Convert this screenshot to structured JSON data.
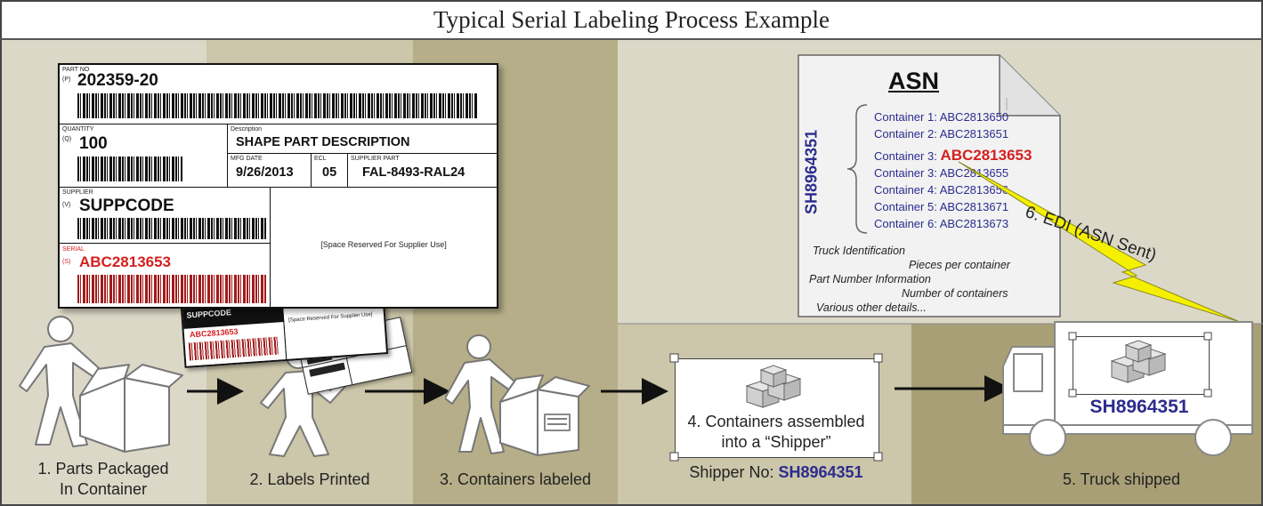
{
  "title": "Typical Serial Labeling Process Example",
  "steps": {
    "s1_line1": "1. Parts Packaged",
    "s1_line2": "In Container",
    "s2": "2. Labels Printed",
    "s3": "3. Containers labeled",
    "s4_line1": "4. Containers assembled",
    "s4_line2": "into a “Shipper”",
    "s5": "5. Truck shipped",
    "s6": "6. EDI (ASN Sent)"
  },
  "shipper": {
    "prefix": "Shipper No: ",
    "number": "SH8964351"
  },
  "truck_id": "SH8964351",
  "label": {
    "part_no_header": "PART NO",
    "part_no_code": "(P)",
    "part_no": "202359-20",
    "quantity_header": "QUANTITY",
    "quantity_code": "(Q)",
    "quantity": "100",
    "description_header": "Description",
    "description": "SHAPE PART DESCRIPTION",
    "mfg_header": "MFG DATE",
    "mfg_date": "9/26/2013",
    "ecl_header": "ECL",
    "ecl": "05",
    "supplier_part_header": "SUPPLIER PART",
    "supplier_part": "FAL-8493-RAL24",
    "supplier_header": "SUPPLIER",
    "supplier_code": "(V)",
    "supplier": "SUPPCODE",
    "serial_header": "SERIAL",
    "serial_code": "(S)",
    "serial": "ABC2813653",
    "reserved": "[Space Reserved For Supplier Use]"
  },
  "small_label": {
    "supplier": "SUPPCODE",
    "serial": "ABC2813653",
    "reserved": "[Space Reserved For Supplier Use]"
  },
  "asn": {
    "heading": "ASN",
    "shipper_id": "SH8964351",
    "containers": [
      {
        "label": "Container 1: ",
        "id": "ABC2813650"
      },
      {
        "label": "Container 2: ",
        "id": "ABC2813651"
      },
      {
        "label": "Container 3: ",
        "id": "ABC2813653"
      },
      {
        "label": "Container 3: ",
        "id": "ABC2813655"
      },
      {
        "label": "Container 4: ",
        "id": "ABC2813656"
      },
      {
        "label": "Container 5: ",
        "id": "ABC2813671"
      },
      {
        "label": "Container 6: ",
        "id": "ABC2813673"
      }
    ],
    "details": [
      "Truck Identification",
      "Pieces per container",
      "Part Number Information",
      "Number of containers",
      "Various other details..."
    ]
  },
  "colors": {
    "panel_light": "#d9d6c6",
    "panel_mid": "#cbc5a9",
    "panel_dark": "#b5ad86",
    "panel_darkest": "#a59c72",
    "serial_red": "#d42020",
    "asn_blue": "#2c2c8e",
    "lightning": "#f4f000"
  }
}
